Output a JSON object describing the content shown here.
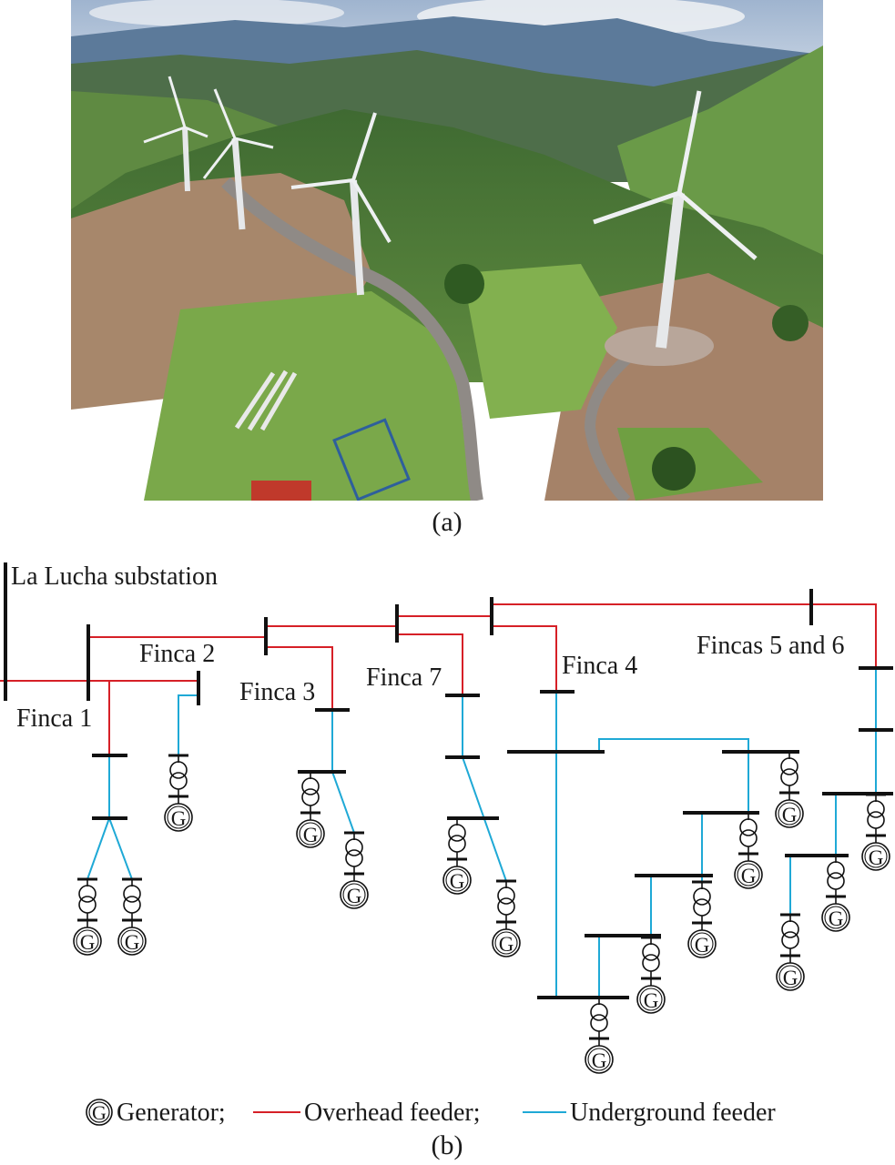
{
  "figure": {
    "panel_a_label": "(a)",
    "panel_b_label": "(b)"
  },
  "diagram": {
    "substation_label": "La Lucha substation",
    "fincas": {
      "finca1": "Finca 1",
      "finca2": "Finca 2",
      "finca3": "Finca 3",
      "finca7": "Finca 7",
      "finca4": "Finca 4",
      "fincas56": "Fincas 5 and 6"
    },
    "generator_symbol": "G"
  },
  "legend": {
    "generator_symbol": "G",
    "generator_label": "Generator;",
    "overhead_label": "Overhead feeder;",
    "underground_label": "Underground feeder"
  },
  "colors": {
    "overhead": "#d62027",
    "underground": "#1fa9d6",
    "bus": "#111111"
  },
  "photo": {
    "icon": "wind-farm-aerial-photo",
    "turbine_count": 4
  }
}
